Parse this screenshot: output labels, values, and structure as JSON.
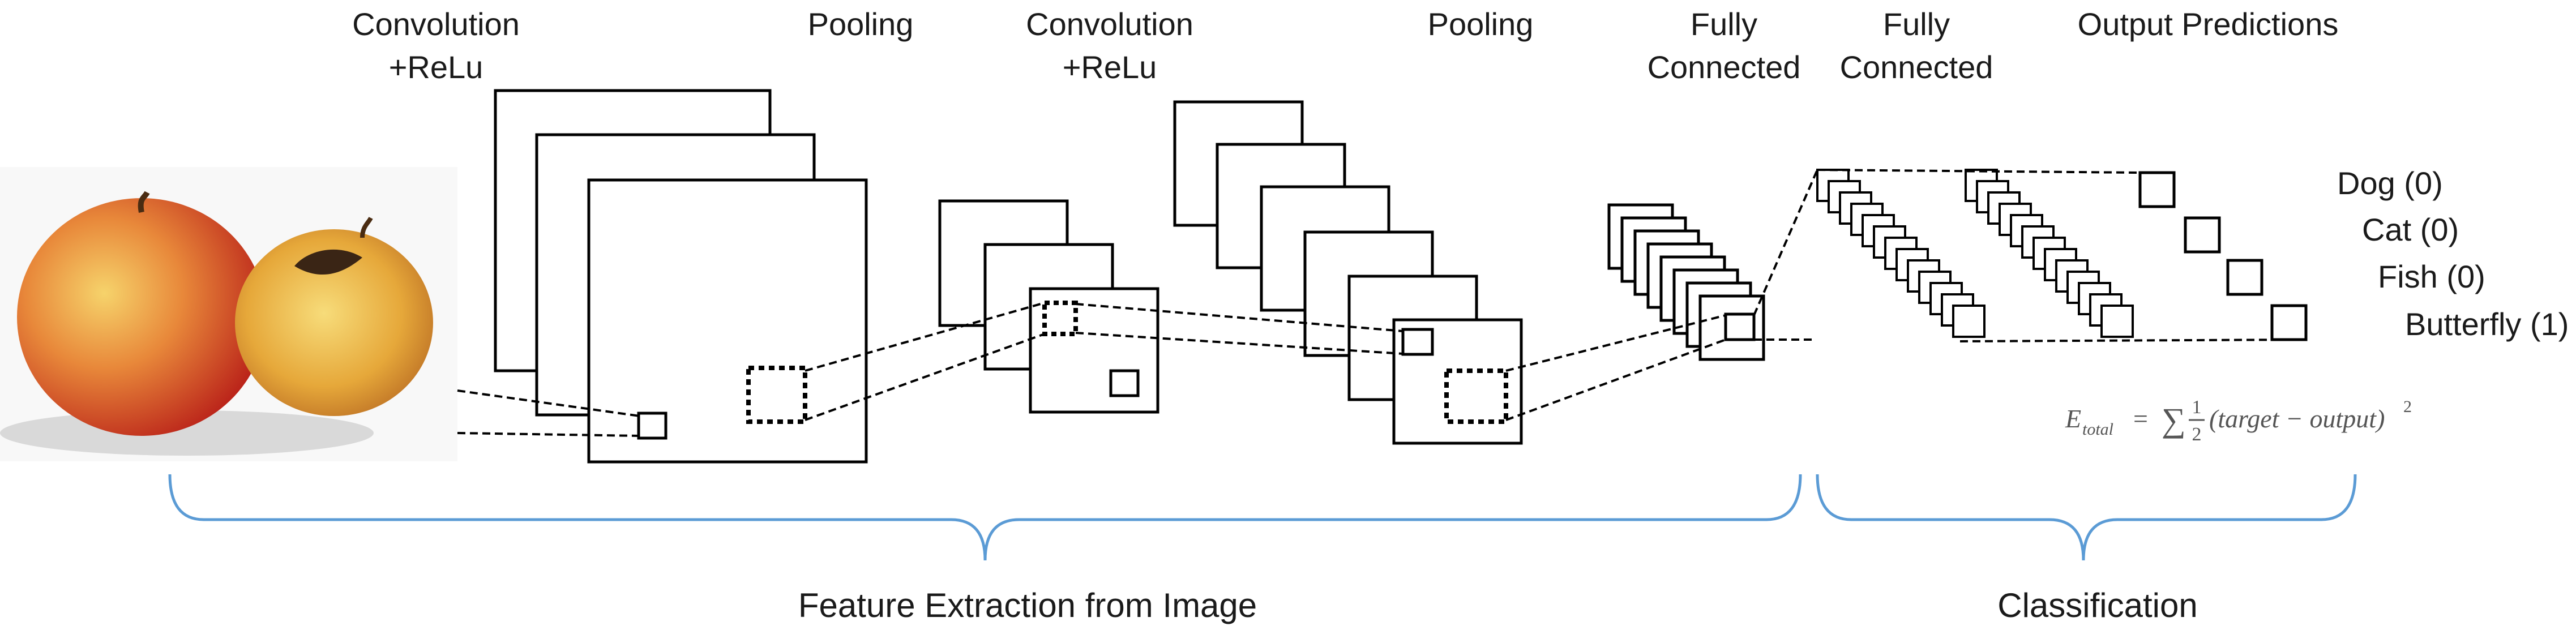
{
  "stage_labels": {
    "conv1": [
      "Convolution",
      "+ReLu"
    ],
    "pool1": "Pooling",
    "conv2": [
      "Convolution",
      "+ReLu"
    ],
    "pool2": "Pooling",
    "fc1": [
      "Fully",
      "Connected"
    ],
    "fc2": [
      "Fully",
      "Connected"
    ],
    "output": "Output Predictions"
  },
  "classes": [
    "Dog (0)",
    "Cat (0)",
    "Fish (0)",
    "Butterfly (1)"
  ],
  "formula": {
    "lhs": "E",
    "sub": "total",
    "eq": "=",
    "sum": "∑",
    "num": "1",
    "den": "2",
    "body": "(target − output)",
    "exp": "2"
  },
  "sections": {
    "feature_extraction": "Feature Extraction from Image",
    "classification": "Classification"
  },
  "colors": {
    "brace": "#5b9bd5",
    "stroke": "#000000",
    "apple_red": "#c8281e",
    "apple_yellow": "#e9b23a"
  }
}
